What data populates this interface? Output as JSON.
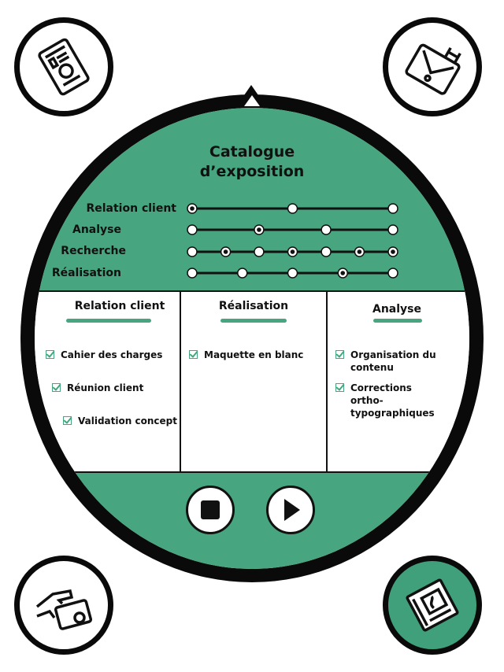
{
  "title": {
    "line1": "Catalogue",
    "line2": "d’exposition"
  },
  "tracks": [
    {
      "label": "Relation client",
      "dots": [
        0,
        0.5,
        1
      ],
      "filled": [
        0
      ]
    },
    {
      "label": "Analyse",
      "dots": [
        0,
        0.333,
        0.667,
        1
      ],
      "filled": [
        1
      ]
    },
    {
      "label": "Recherche",
      "dots": [
        0,
        0.167,
        0.333,
        0.5,
        0.667,
        0.833,
        1
      ],
      "filled": [
        1,
        3,
        5,
        6
      ]
    },
    {
      "label": "Réalisation",
      "dots": [
        0,
        0.25,
        0.5,
        0.75,
        1
      ],
      "filled": [
        3
      ]
    }
  ],
  "columns": [
    {
      "header": "Relation client",
      "tasks": [
        "Cahier des charges",
        "Réunion client",
        "Validation concept"
      ]
    },
    {
      "header": "Réalisation",
      "tasks": [
        "Maquette en blanc"
      ]
    },
    {
      "header": "Analyse",
      "tasks": [
        "Organisation du contenu",
        "Corrections ortho-typographiques"
      ]
    }
  ],
  "controls": {
    "stop": "stop-icon",
    "play": "play-icon"
  },
  "corners": [
    "mobile-phone-icon",
    "tablet-tools-icon",
    "payment-card-icon",
    "book-icon"
  ],
  "colors": {
    "accent": "#47a57f",
    "ink": "#111111"
  }
}
